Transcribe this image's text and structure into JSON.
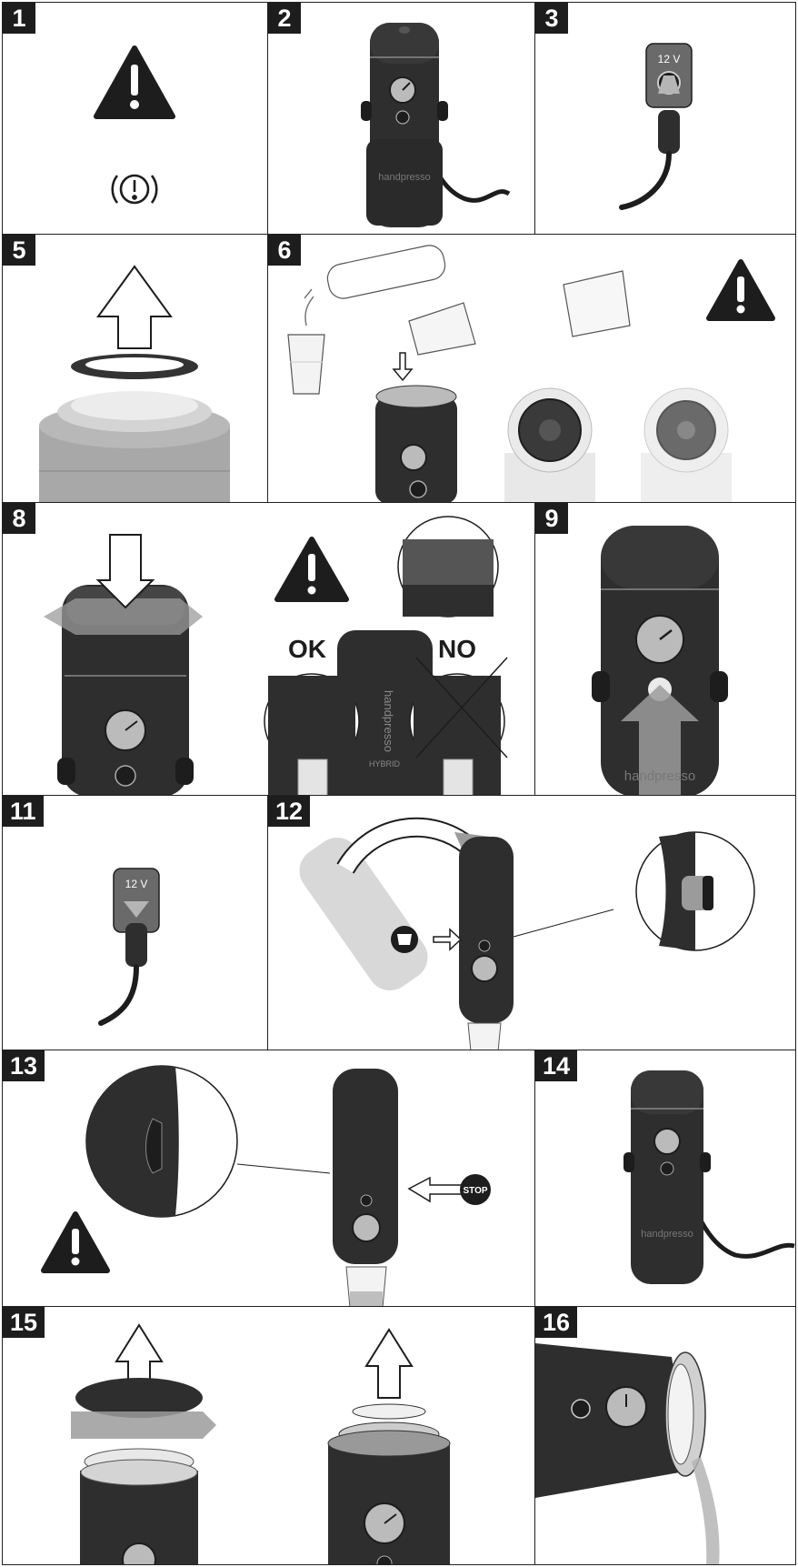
{
  "steps": [
    {
      "number": "1"
    },
    {
      "number": "2"
    },
    {
      "number": "3"
    },
    {
      "number": "5"
    },
    {
      "number": "6"
    },
    {
      "number": "8"
    },
    {
      "number": "9"
    },
    {
      "number": "11"
    },
    {
      "number": "12"
    },
    {
      "number": "13"
    },
    {
      "number": "14"
    },
    {
      "number": "15"
    },
    {
      "number": "16"
    }
  ],
  "labels": {
    "volt_step3": "12 V",
    "volt_step11": "12 V",
    "ok": "OK",
    "no": "NO",
    "stop": "STOP"
  },
  "brand": {
    "logo_word": "handpresso",
    "logo_sub": "HYBRID"
  },
  "colors": {
    "device": "#2e2e2e",
    "device_dark": "#1e1e1e",
    "grey_arrow": "#9b9b9b",
    "ghost": "#d8d8d8"
  },
  "icons": [
    "warning-triangle-icon",
    "brake-warning-icon",
    "power-icon",
    "up-arrow-icon",
    "down-arrow-icon",
    "rotate-arrow-icon",
    "cup-icon"
  ]
}
